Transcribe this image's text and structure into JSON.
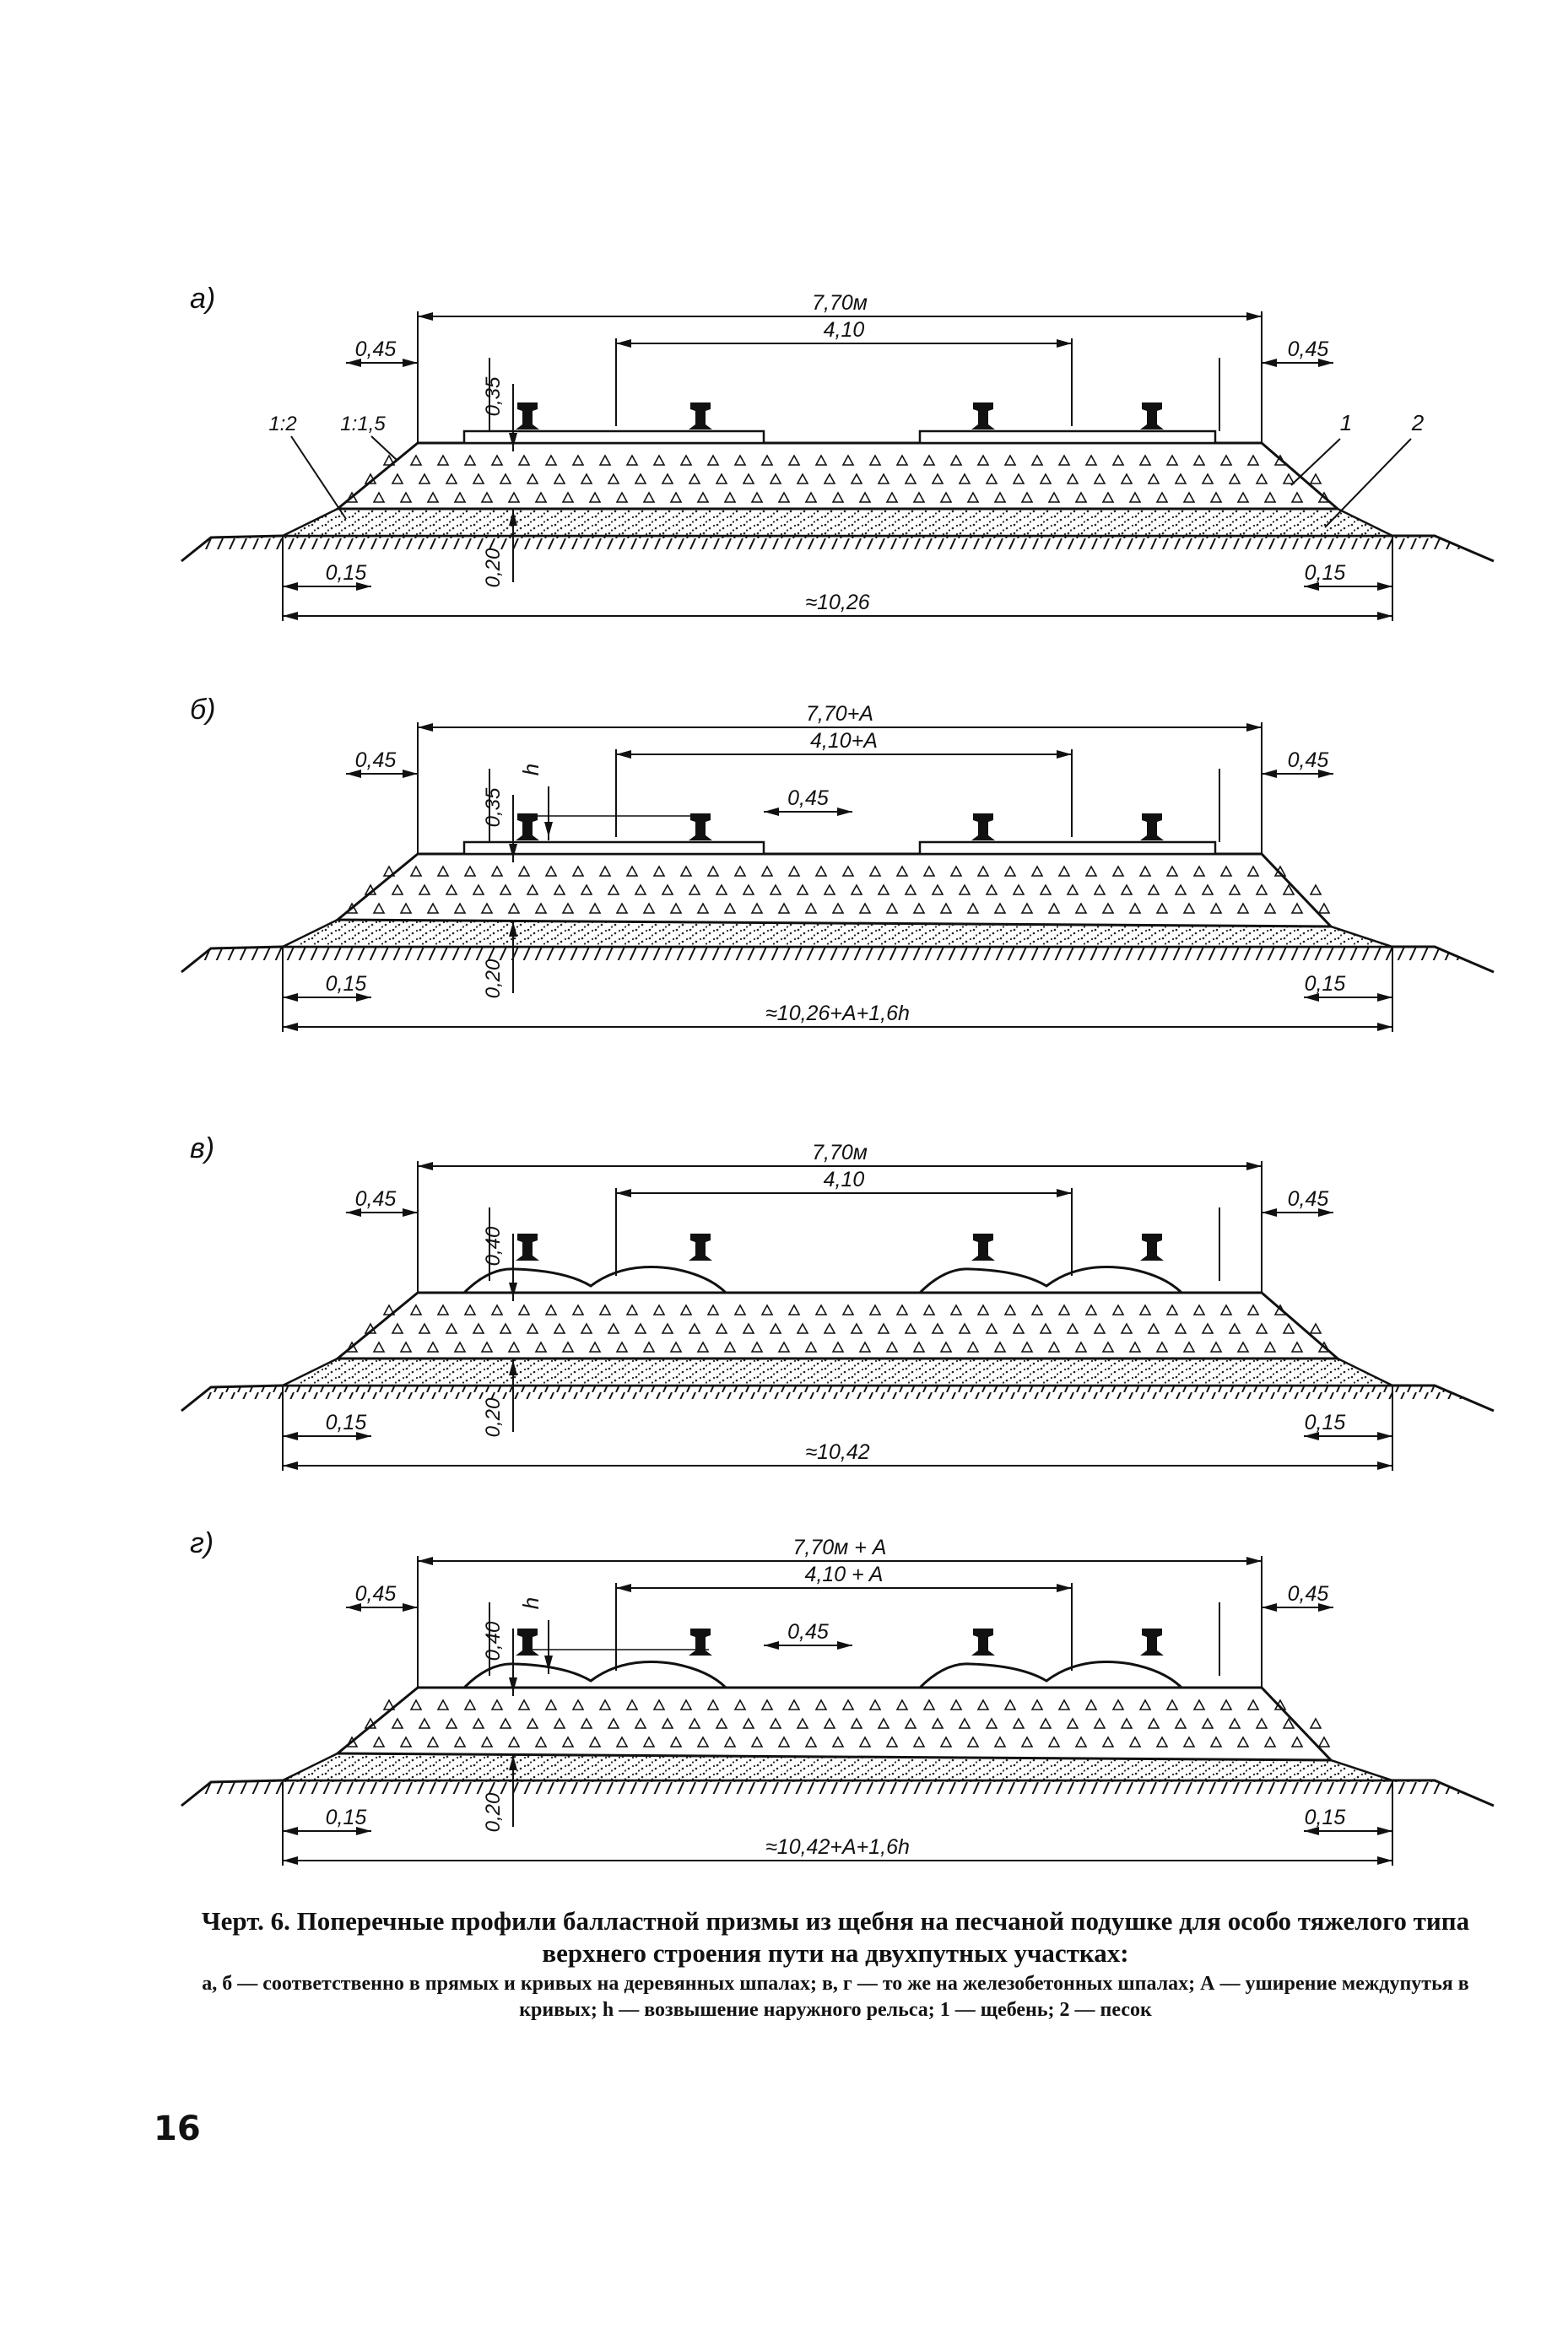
{
  "figures": [
    {
      "letter": "а)",
      "dims": {
        "total_top": "7,70м",
        "track_spacing": "4,10",
        "left_shoulder": "0,45",
        "right_shoulder": "0,45",
        "ballast_depth": "0,35",
        "sand_depth": "0,20",
        "left_edge": "0,15",
        "right_edge": "0,15",
        "base_width": "≈10,26",
        "superelevation": "",
        "gap": ""
      },
      "slopes": {
        "outer": "1:2",
        "inner": "1:1,5"
      },
      "callouts": {
        "one": "1",
        "two": "2"
      }
    },
    {
      "letter": "б)",
      "dims": {
        "total_top": "7,70+A",
        "track_spacing": "4,10+A",
        "left_shoulder": "0,45",
        "right_shoulder": "0,45",
        "ballast_depth": "0,35",
        "sand_depth": "0,20",
        "left_edge": "0,15",
        "right_edge": "0,15",
        "base_width": "≈10,26+A+1,6h",
        "superelevation": "h",
        "gap": "0,45"
      },
      "slopes": {
        "outer": "",
        "inner": ""
      },
      "callouts": {
        "one": "",
        "two": ""
      }
    },
    {
      "letter": "в)",
      "dims": {
        "total_top": "7,70м",
        "track_spacing": "4,10",
        "left_shoulder": "0,45",
        "right_shoulder": "0,45",
        "ballast_depth": "0,40",
        "sand_depth": "0,20",
        "left_edge": "0,15",
        "right_edge": "0,15",
        "base_width": "≈10,42",
        "superelevation": "",
        "gap": ""
      },
      "slopes": {
        "outer": "",
        "inner": ""
      },
      "callouts": {
        "one": "",
        "two": ""
      }
    },
    {
      "letter": "г)",
      "dims": {
        "total_top": "7,70м + A",
        "track_spacing": "4,10 + A",
        "left_shoulder": "0,45",
        "right_shoulder": "0,45",
        "ballast_depth": "0,40",
        "sand_depth": "0,20",
        "left_edge": "0,15",
        "right_edge": "0,15",
        "base_width": "≈10,42+A+1,6h",
        "superelevation": "h",
        "gap": "0,45"
      },
      "slopes": {
        "outer": "",
        "inner": ""
      },
      "callouts": {
        "one": "",
        "two": ""
      }
    }
  ],
  "caption": {
    "title": "Черт. 6. Поперечные профили балластной призмы из щебня на песчаной подушке для особо тяжелого типа верхнего строения пути на двухпутных участках:",
    "legend": "а, б — соответственно в прямых и кривых на деревянных шпалах; в, г — то же на железобетонных шпалах; А — уширение междупутья в кривых; h — возвышение наружного рельса; 1 — щебень; 2 — песок"
  },
  "page_number": "16"
}
